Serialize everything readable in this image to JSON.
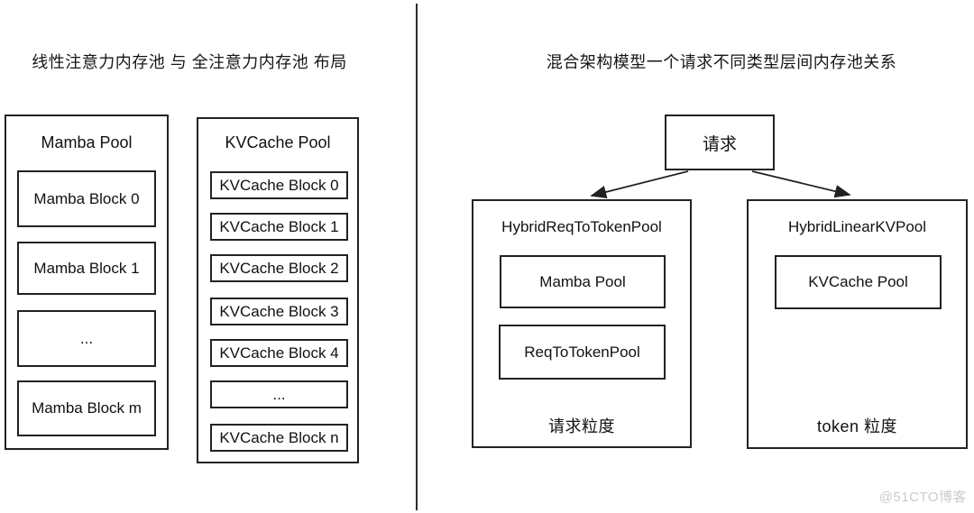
{
  "page": {
    "background": "#ffffff",
    "line_color": "#222222",
    "watermark": "@51CTO博客",
    "watermark_color": "#cbcbcb"
  },
  "left_panel": {
    "title": "线性注意力内存池 与 全注意力内存池 布局",
    "mamba_pool": {
      "label": "Mamba Pool",
      "blocks": [
        "Mamba Block 0",
        "Mamba Block 1",
        "...",
        "Mamba Block m"
      ]
    },
    "kvcache_pool": {
      "label": "KVCache Pool",
      "blocks": [
        "KVCache Block 0",
        "KVCache Block 1",
        "KVCache Block 2",
        "KVCache Block 3",
        "KVCache Block 4",
        "...",
        "KVCache Block n"
      ]
    }
  },
  "right_panel": {
    "title": "混合架构模型一个请求不同类型层间内存池关系",
    "request_label": "请求",
    "hybrid_req_to_token_pool": {
      "label": "HybridReqToTokenPool",
      "inner_blocks": [
        "Mamba Pool",
        "ReqToTokenPool"
      ],
      "granularity": "请求粒度"
    },
    "hybrid_linear_kv_pool": {
      "label": "HybridLinearKVPool",
      "inner_blocks": [
        "KVCache Pool"
      ],
      "granularity": "token 粒度"
    }
  }
}
